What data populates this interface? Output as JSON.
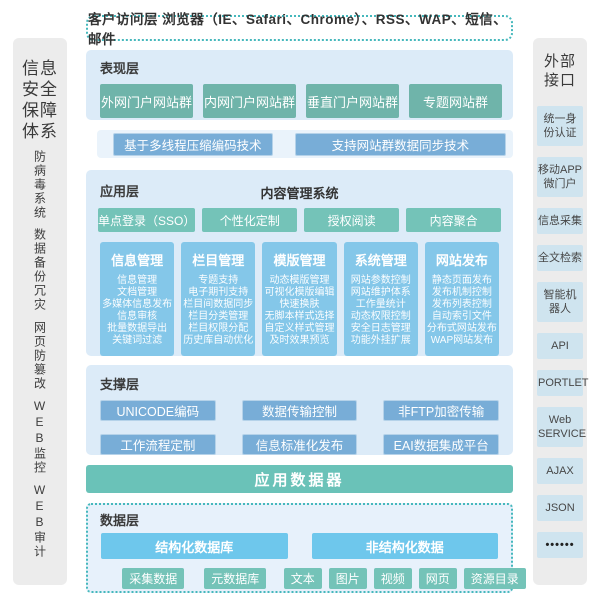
{
  "left_sidebar": {
    "title": "信息\n安全\n保障\n体系",
    "items": [
      "防病毒系统",
      "数据备份冗灾",
      "网页防篡改",
      "WEB监控",
      "WEB审计"
    ]
  },
  "client_layer": {
    "text": "客户访问层 浏览器（IE、Safari、Chrome）、RSS、WAP、短信、邮件"
  },
  "presentation_layer": {
    "label": "表现层",
    "boxes": [
      "外网门户网站群",
      "内网门户网站群",
      "垂直门户网站群",
      "专题网站群"
    ]
  },
  "tech_band": {
    "boxes": [
      "基于多线程压缩编码技术",
      "支持网站群数据同步技术"
    ]
  },
  "application_layer": {
    "label": "应用层",
    "title": "内容管理系统",
    "features": [
      "单点登录（SSO）",
      "个性化定制",
      "授权阅读",
      "内容聚合"
    ],
    "columns": [
      {
        "title": "信息管理",
        "items": [
          "信息管理",
          "文档管理",
          "多媒体信息发布",
          "信息审核",
          "批量数据导出",
          "关键词过滤"
        ]
      },
      {
        "title": "栏目管理",
        "items": [
          "专题支持",
          "电子期刊支持",
          "栏目间数据同步",
          "栏目分类管理",
          "栏目权限分配",
          "历史库自动优化"
        ]
      },
      {
        "title": "模版管理",
        "items": [
          "动态模版管理",
          "可视化模版编辑",
          "快速换肤",
          "无脚本样式选择",
          "自定义样式管理",
          "及时效果预览"
        ]
      },
      {
        "title": "系统管理",
        "items": [
          "网站参数控制",
          "网站维护体系",
          "工作量统计",
          "动态权限控制",
          "安全日志管理",
          "功能外挂扩展"
        ]
      },
      {
        "title": "网站发布",
        "items": [
          "静态页面发布",
          "发布机制控制",
          "发布列表控制",
          "自动索引文件",
          "分布式网站发布",
          "WAP网站发布"
        ]
      }
    ]
  },
  "support_layer": {
    "label": "支撑层",
    "rows": [
      [
        "UNICODE编码",
        "数据传输控制",
        "非FTP加密传输"
      ],
      [
        "工作流程定制",
        "信息标准化发布",
        "EAI数据集成平台"
      ]
    ]
  },
  "app_data_banner": {
    "label": "应用数据器"
  },
  "data_layer": {
    "label": "数据层",
    "groups": [
      {
        "header": "结构化数据库",
        "items": [
          "采集数据",
          "元数据库"
        ]
      },
      {
        "header": "非结构化数据",
        "items": [
          "文本",
          "图片",
          "视频",
          "网页",
          "资源目录"
        ]
      }
    ]
  },
  "right_sidebar": {
    "title": "外部\n接口",
    "items": [
      "统一身\n份认证",
      "移动APP\n微门户",
      "信息采集",
      "全文检索",
      "智能机\n器人",
      "API",
      "PORTLET",
      "Web\nSERVICE",
      "AJAX",
      "JSON",
      "••••••"
    ]
  },
  "colors": {
    "panel_bg": "#dcebf8",
    "sidebar_bg": "#ececec",
    "teal_dark": "#6fb4aa",
    "teal": "#74c3b8",
    "steel_blue": "#78add7",
    "sky_blue": "#84c7e9",
    "data_header_blue": "#6ec7ec",
    "banner_teal": "#6ac2b8",
    "dashed_border": "#45b8bc",
    "right_item_bg": "#cfe4ef"
  }
}
